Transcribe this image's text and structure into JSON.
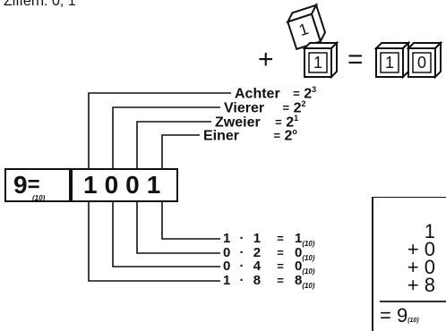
{
  "header": {
    "caption": "Ziffern: 0, 1"
  },
  "cube_equation": {
    "plus": "+",
    "cube_top": "1",
    "cube_bottom": "1",
    "equals": "=",
    "result_digits": [
      "1",
      "0"
    ]
  },
  "place_values": [
    {
      "label": "Achter",
      "equals": "=",
      "base": "2",
      "exp": "3"
    },
    {
      "label": "Vierer",
      "equals": "=",
      "base": "2",
      "exp": "2"
    },
    {
      "label": "Zweier",
      "equals": "=",
      "base": "2",
      "exp": "1"
    },
    {
      "label": "Einer",
      "equals": "=",
      "base": "2",
      "exp": "o"
    }
  ],
  "decimal_number": {
    "value": "9",
    "equals": "=",
    "subscript": "(10)"
  },
  "binary_number": "1001",
  "products": [
    {
      "digit": "1",
      "dot": "·",
      "factor": "1",
      "equals": "=",
      "result": "1",
      "subscript": "(10)"
    },
    {
      "digit": "0",
      "dot": "·",
      "factor": "2",
      "equals": "=",
      "result": "0",
      "subscript": "(10)"
    },
    {
      "digit": "0",
      "dot": "·",
      "factor": "4",
      "equals": "=",
      "result": "0",
      "subscript": "(10)"
    },
    {
      "digit": "1",
      "dot": "·",
      "factor": "8",
      "equals": "=",
      "result": "8",
      "subscript": "(10)"
    }
  ],
  "sum_column": {
    "lines": [
      "1",
      "+ 0",
      "+ 0",
      "+ 8"
    ],
    "total_prefix": "= 9",
    "total_subscript": "(10)"
  }
}
